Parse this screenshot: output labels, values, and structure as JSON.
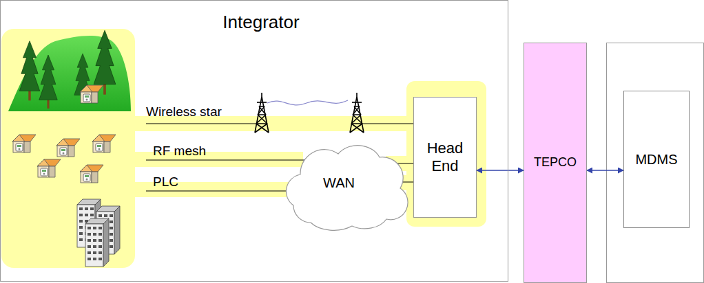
{
  "diagram": {
    "nodes": [
      {
        "text": [
          "Integrator"
        ]
      },
      {
        "text": [
          "WAN"
        ],
        "in": 0
      },
      {
        "text": [
          "Head End"
        ],
        "in": 0
      },
      {
        "text": [
          "TEPCO"
        ]
      },
      {
        "text": [
          "MDMS"
        ]
      }
    ],
    "edges": [
      {
        "from": 1,
        "to": 2,
        "arrow": "none"
      },
      {
        "from": 1,
        "to": 2,
        "arrow": "none"
      },
      {
        "from": 2,
        "to": 3,
        "arrow": "both"
      },
      {
        "from": 3,
        "to": 4,
        "arrow": "both"
      }
    ],
    "labels": [
      "Wireless star",
      "RF mesh",
      "PLC"
    ]
  }
}
